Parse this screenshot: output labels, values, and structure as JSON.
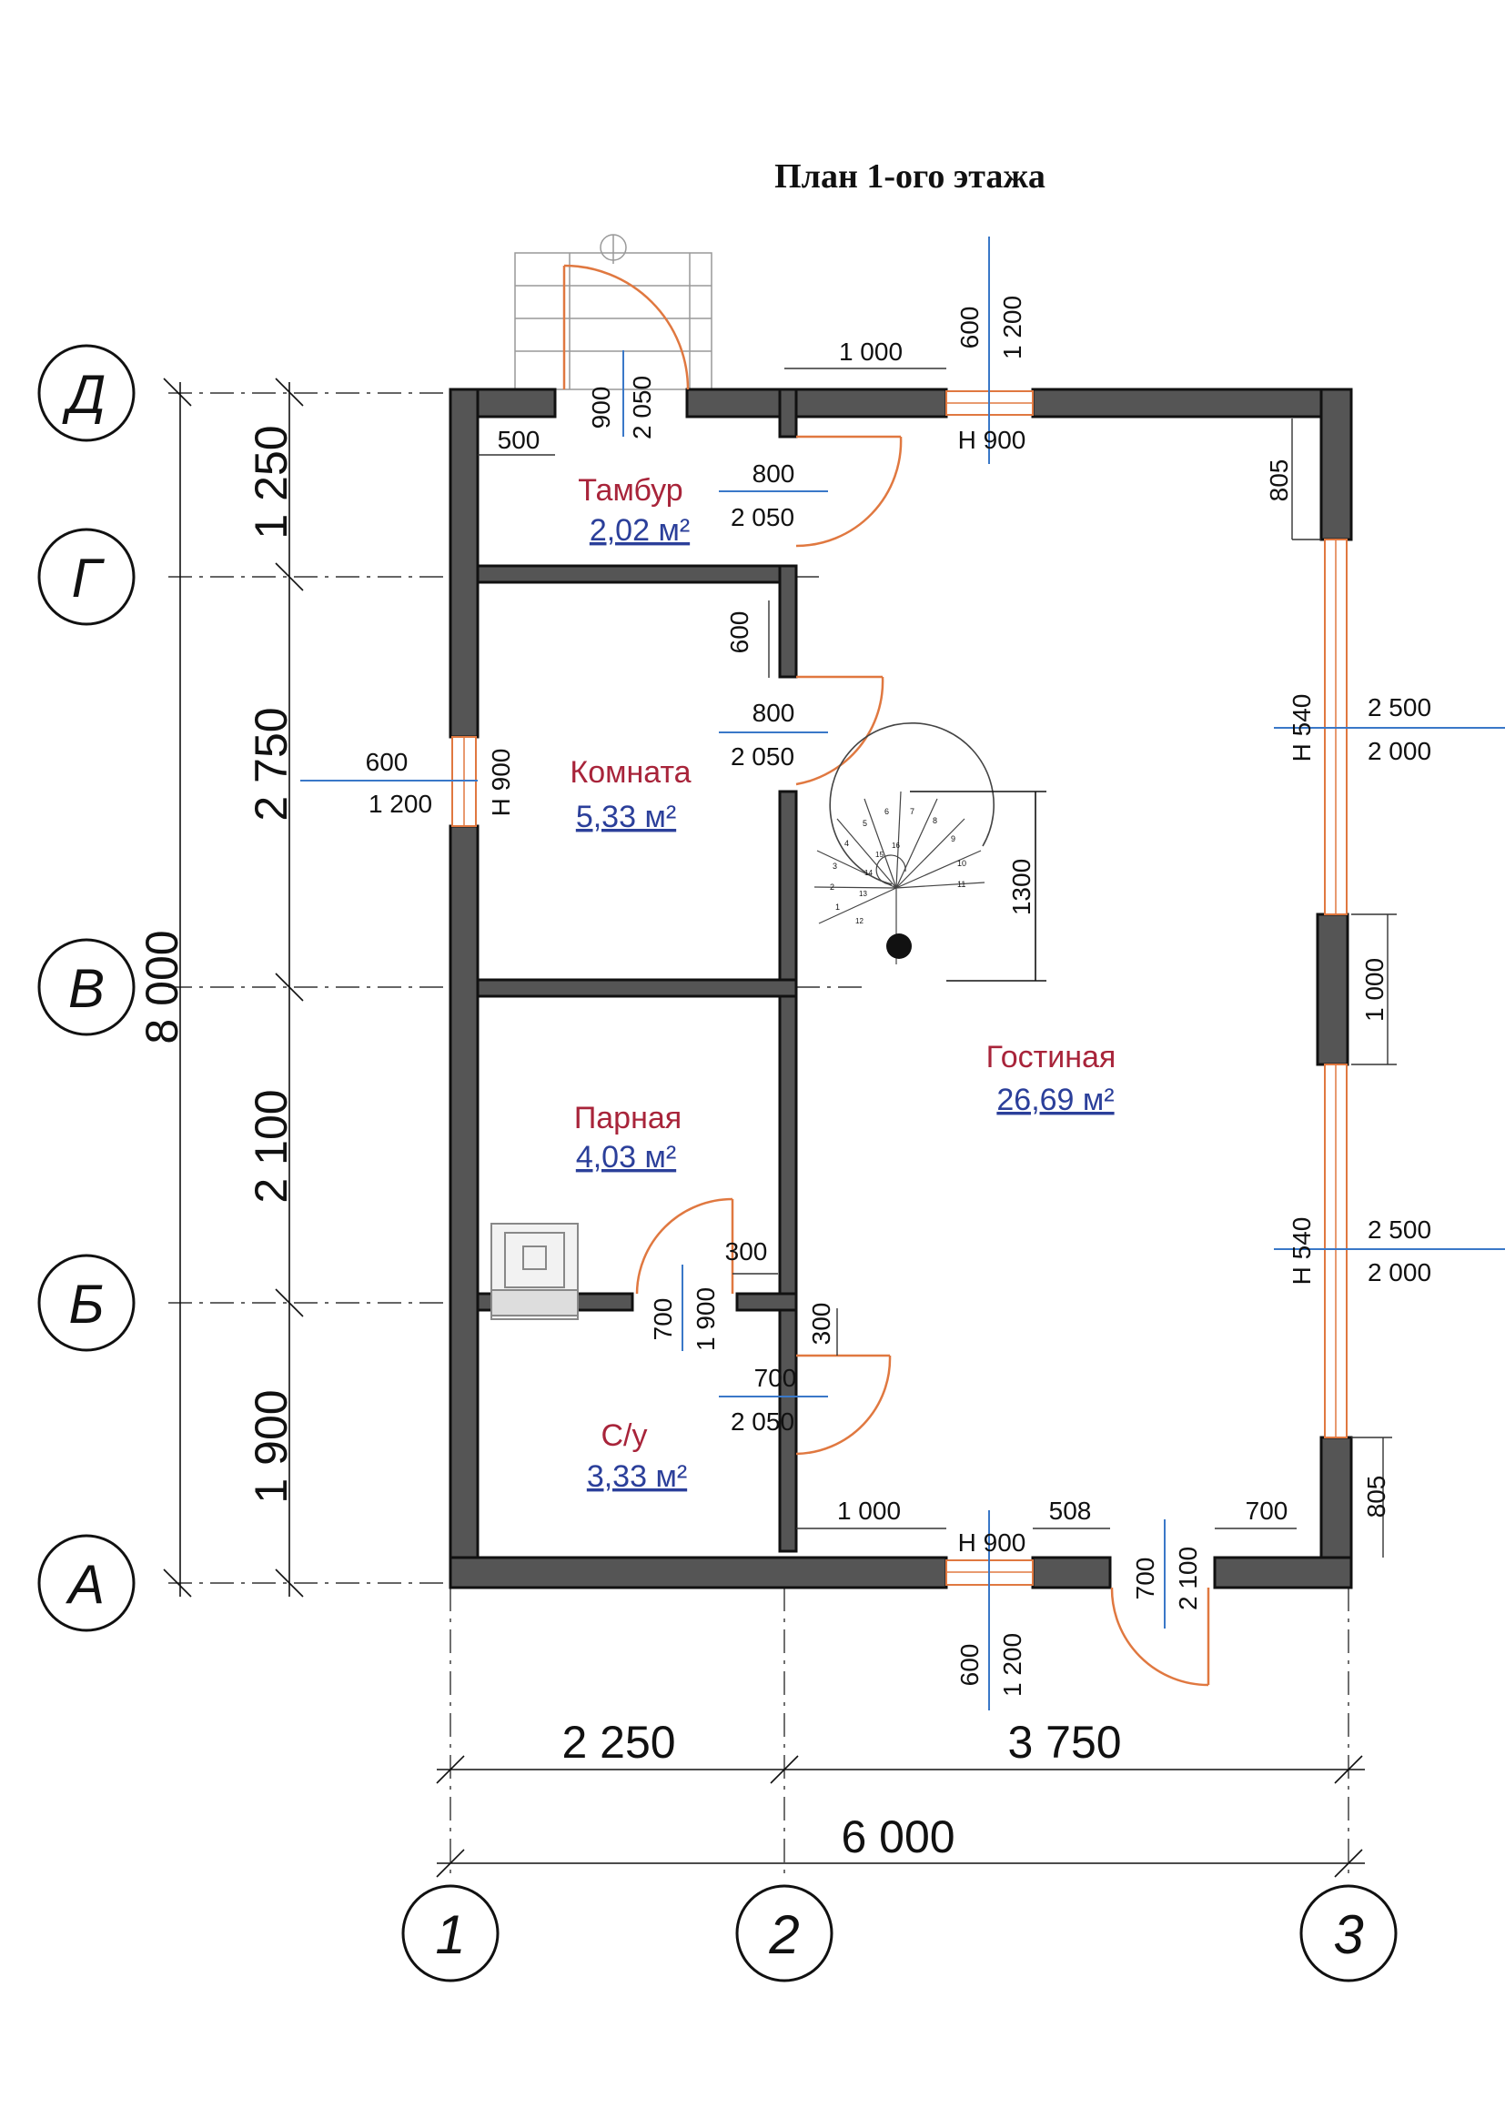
{
  "title": "План 1-ого этажа",
  "rooms": {
    "tambur": {
      "name": "Тамбур",
      "area": "2,02 м²"
    },
    "komnata": {
      "name": "Комната",
      "area": "5,33 м²"
    },
    "parnaya": {
      "name": "Парная",
      "area": "4,03 м²"
    },
    "su": {
      "name": "С/у",
      "area": "3,33 м²"
    },
    "gostinaya": {
      "name": "Гостиная",
      "area": "26,69 м²"
    }
  },
  "axes_rows": [
    "Д",
    "Г",
    "В",
    "Б",
    "А"
  ],
  "axes_cols": [
    "1",
    "2",
    "3"
  ],
  "dims": {
    "row_spans": [
      "1 250",
      "2 750",
      "2 100",
      "1 900"
    ],
    "total_height": "8 000",
    "col_spans": [
      "2 250",
      "3 750"
    ],
    "total_width": "6 000",
    "entrance_door_w": "900",
    "entrance_door_h": "2 050",
    "top_offset_500": "500",
    "top_wall_1000": "1 000",
    "top_win_w": "600",
    "top_win_h": "1 200",
    "top_win_sill": "Н 900",
    "top_right_805": "805",
    "tambur_door_w": "800",
    "tambur_door_h": "2 050",
    "komnata_wall_600": "600",
    "komnata_door_w": "800",
    "komnata_door_h": "2 050",
    "left_win_w": "600",
    "left_win_h": "1 200",
    "left_win_sill": "Н 900",
    "stair_1300": "1300",
    "right_win1_w": "2 500",
    "right_win1_h": "2 000",
    "right_win1_sill": "Н 540",
    "right_pier_1000": "1 000",
    "right_win2_w": "2 500",
    "right_win2_h": "2 000",
    "right_win2_sill": "Н 540",
    "parnaya_300": "300",
    "parnaya_door_w": "700",
    "parnaya_door_h": "1 900",
    "su_300": "300",
    "su_door_w": "700",
    "su_door_h": "2 050",
    "bottom_1000": "1 000",
    "bottom_508": "508",
    "bottom_700": "700",
    "bottom_win_sill": "Н 900",
    "bottom_win_w": "600",
    "bottom_win_h": "1 200",
    "bottom_door_w": "700",
    "bottom_door_h": "2 100",
    "bottom_right_805": "805"
  },
  "stair_numbers": [
    "1",
    "2",
    "3",
    "4",
    "5",
    "6",
    "7",
    "8",
    "9",
    "10",
    "11",
    "12",
    "13",
    "14",
    "15",
    "16"
  ]
}
